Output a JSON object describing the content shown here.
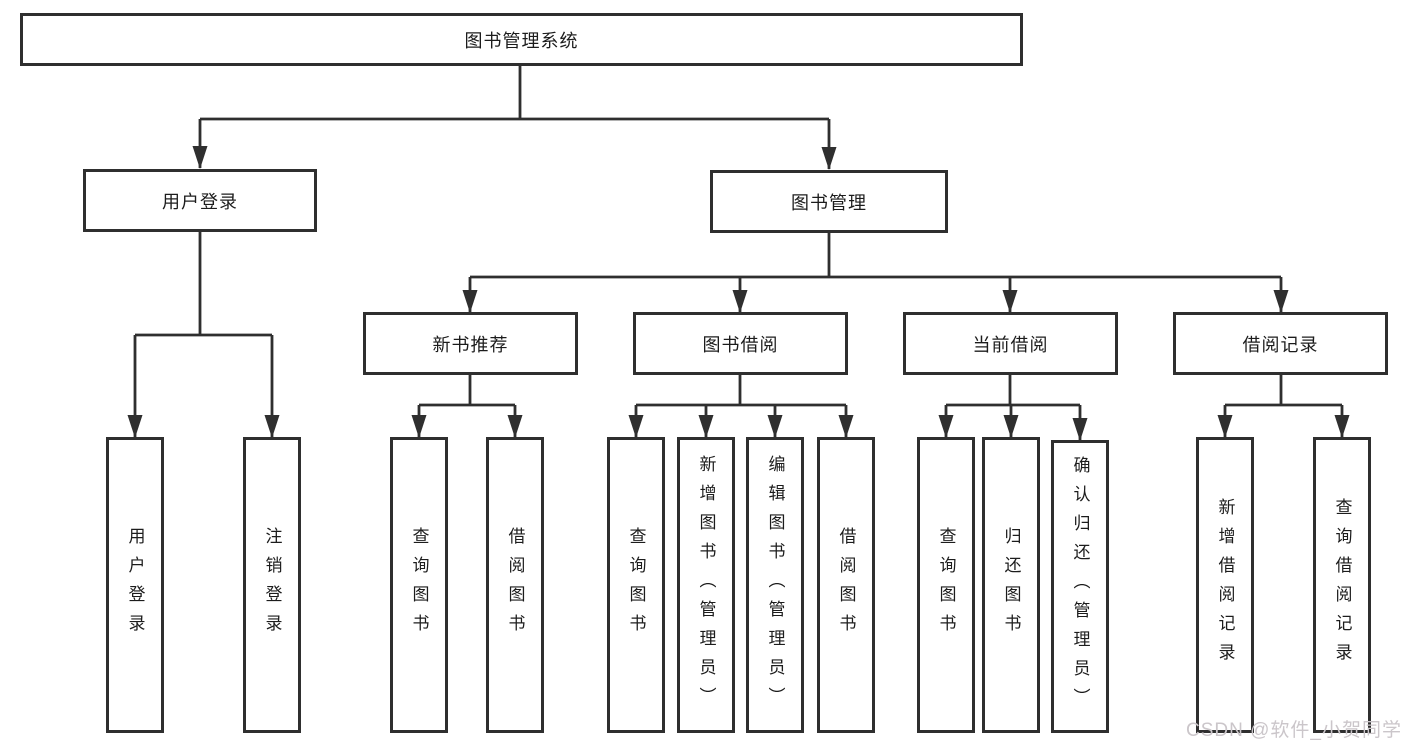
{
  "diagram_title": "图书管理系统",
  "watermark": "CSDN @软件_小贺同学",
  "colors": {
    "line": "#2f2f2f",
    "box_border": "#2f2f2f",
    "text": "#1c1c1c",
    "watermark": "#cbc6ca",
    "background": "#ffffff"
  },
  "tree": {
    "root": {
      "label": "图书管理系统"
    },
    "branches": [
      {
        "label": "用户登录",
        "leaves": [
          {
            "label": "用户登录"
          },
          {
            "label": "注销登录"
          }
        ]
      },
      {
        "label": "图书管理",
        "groups": [
          {
            "label": "新书推荐",
            "leaves": [
              {
                "label": "查询图书"
              },
              {
                "label": "借阅图书"
              }
            ]
          },
          {
            "label": "图书借阅",
            "leaves": [
              {
                "label": "查询图书"
              },
              {
                "label": "新增图书（管理员）"
              },
              {
                "label": "编辑图书（管理员）"
              },
              {
                "label": "借阅图书"
              }
            ]
          },
          {
            "label": "当前借阅",
            "leaves": [
              {
                "label": "查询图书"
              },
              {
                "label": "归还图书"
              },
              {
                "label": "确认归还（管理员）"
              }
            ]
          },
          {
            "label": "借阅记录",
            "leaves": [
              {
                "label": "新增借阅记录"
              },
              {
                "label": "查询借阅记录"
              }
            ]
          }
        ]
      }
    ]
  }
}
